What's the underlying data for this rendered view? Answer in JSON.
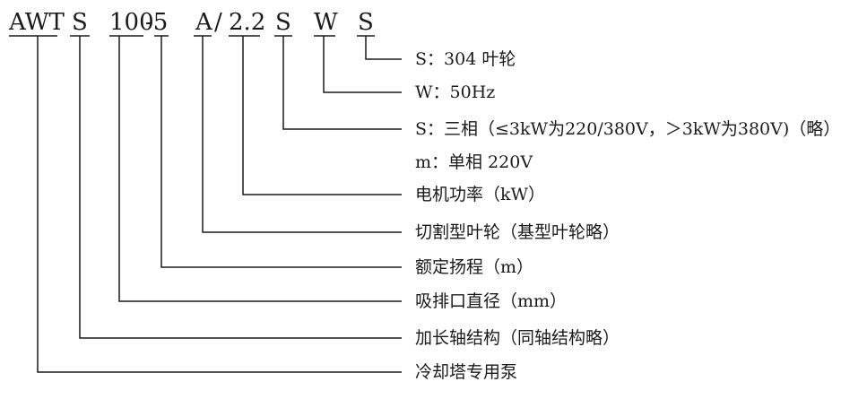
{
  "model_code": {
    "parts": [
      "AWT",
      "S",
      "100",
      "-5",
      "A",
      "/",
      "2.2",
      "S",
      "W",
      "S"
    ]
  },
  "descriptions": [
    "S：304 叶轮",
    "W：50Hz",
    "S：三相（≤3kW为220/380V，＞3kW为380V)（略）",
    "m：单相 220V",
    "电机功率（kW）",
    "切割型叶轮（基型叶轮略）",
    "额定扬程（m）",
    "吸排口直径（mm）",
    "加长轴结构（同轴结构略）",
    "冷却塔专用泵"
  ]
}
